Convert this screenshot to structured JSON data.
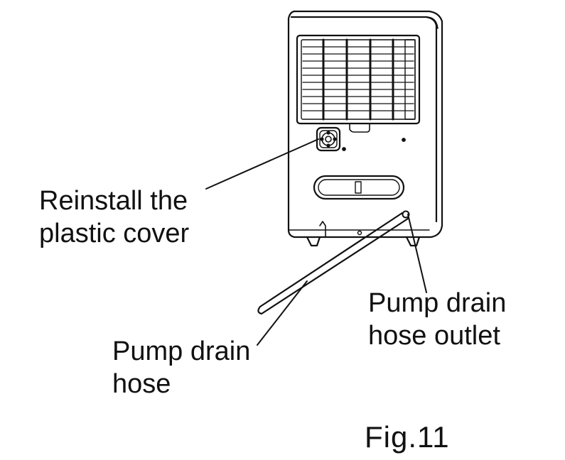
{
  "labels": {
    "reinstall_cover": [
      "Reinstall the",
      "plastic cover"
    ],
    "pump_drain_hose": [
      "Pump drain",
      "hose"
    ],
    "pump_drain_hose_outlet": [
      "Pump drain",
      "hose outlet"
    ]
  },
  "caption": "Fig.11",
  "colors": {
    "ink": "#111111",
    "paper": "#ffffff"
  }
}
